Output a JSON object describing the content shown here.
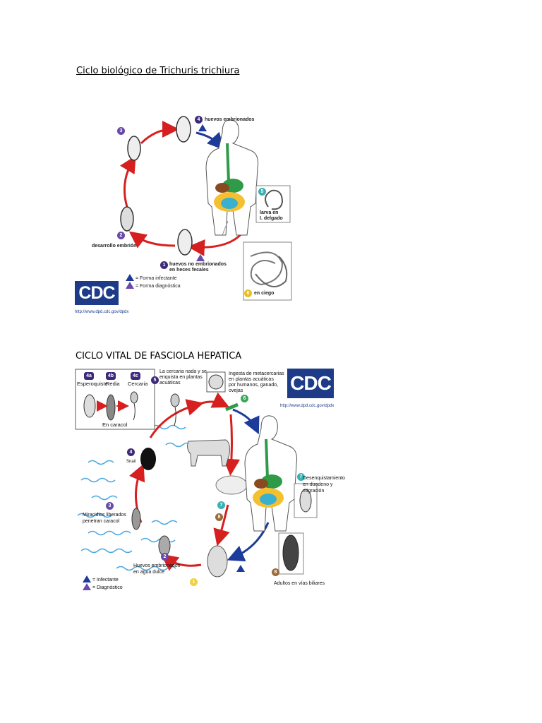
{
  "section1": {
    "title": "Ciclo biológico de Trichuris trichiura",
    "labels": {
      "s4": "huevos embrionados",
      "s5": "larva en\nI. delgado",
      "s6": "en ciego",
      "s1": "huevos no embrionados\nen heces fecales",
      "s2": "desarrollo embrión",
      "leg_inf": "= Forma infectante",
      "leg_diag": "= Forma diagnóstica"
    },
    "stage_numbers": [
      "4",
      "3",
      "2",
      "1",
      "5",
      "6"
    ],
    "cdc": "CDC",
    "url": "http://www.dpd.cdc.gov/dpdx"
  },
  "section2": {
    "title": "CICLO VITAL  DE FASCIOLA HEPATICA",
    "labels": {
      "s4a": "Esperoquiste",
      "s4b": "Redia",
      "s4c": "Cercaria",
      "caracol": "En caracol",
      "s5": "La cercaria nada y se\nenquista en plantas\nacuáticas",
      "s6": "Ingesta de metacercarias\nen plantas acuáticas\npor humanos, ganado,\novejas",
      "snail": "Snail",
      "s3": "Miracidios liberados\npenetran caracol",
      "s2": "Huevos embrionados\nen agua dulce",
      "s7": "Desenquistamiento\nen duodeno y\nmigración",
      "s8": "Adultos en vías biliares",
      "leg_inf": "= Infectante",
      "leg_diag": "= Diagnóstico"
    },
    "stage_numbers": [
      "4a",
      "4b",
      "4c",
      "5",
      "6",
      "4",
      "3",
      "2",
      "1",
      "7",
      "8"
    ],
    "cdc": "CDC",
    "url": "http://www.dpd.cdc.gov/dpdx"
  }
}
